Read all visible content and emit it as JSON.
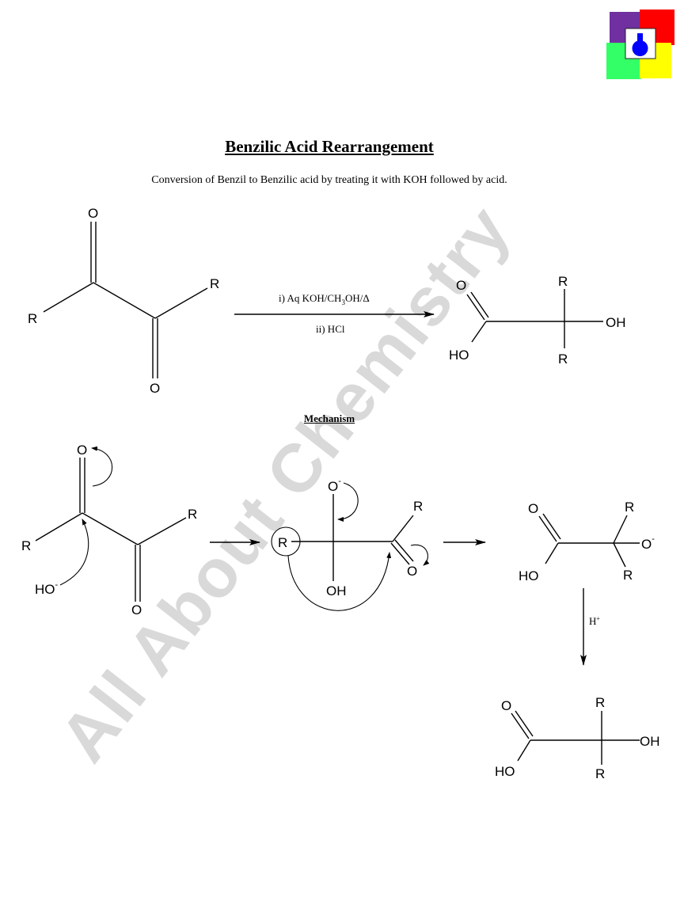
{
  "header": {
    "title": "Benzilic Acid Rearrangement",
    "subtitle": "Conversion of Benzil to Benzilic acid by treating it with KOH followed by acid."
  },
  "logo": {
    "icon": "flask-icon",
    "colors": {
      "purple": "#7030a0",
      "red": "#ff0000",
      "green": "#33ff66",
      "yellow": "#ffff00",
      "flask": "#0000ff"
    }
  },
  "watermark": {
    "text": "All About Chemistry",
    "color": "#d9d9d9"
  },
  "overall_reaction": {
    "reactant": {
      "name": "benzil (1,2-diketone)",
      "labels": {
        "o_top": "O",
        "o_bottom": "O",
        "r_left": "R",
        "r_right": "R"
      }
    },
    "reagents": {
      "step1_prefix": "i) Aq KOH/CH",
      "step1_sub": "3",
      "step1_suffix": "OH/Δ",
      "step2": "ii) HCl"
    },
    "product": {
      "name": "benzilic acid (α-hydroxy acid)",
      "labels": {
        "o": "O",
        "ho": "HO",
        "r_top": "R",
        "r_bottom": "R",
        "oh": "OH"
      }
    }
  },
  "mechanism": {
    "heading": "Mechanism",
    "step1": {
      "labels": {
        "o_top": "O",
        "o_bottom": "O",
        "r_left": "R",
        "r_right": "R",
        "ho": "HO",
        "ho_charge": "-"
      }
    },
    "step2": {
      "labels": {
        "o_minus": "O",
        "o_charge": "-",
        "r_circled": "R",
        "r_right": "R",
        "oh": "OH",
        "o_carbonyl": "O"
      }
    },
    "step3": {
      "labels": {
        "o": "O",
        "ho": "HO",
        "r_top": "R",
        "r_bottom": "R",
        "o_minus": "O",
        "o_charge": "-"
      }
    },
    "acid_step": {
      "reagent": "H",
      "reagent_sup": "+"
    },
    "final_product": {
      "labels": {
        "o": "O",
        "ho": "HO",
        "r_top": "R",
        "r_bottom": "R",
        "oh": "OH"
      }
    }
  }
}
